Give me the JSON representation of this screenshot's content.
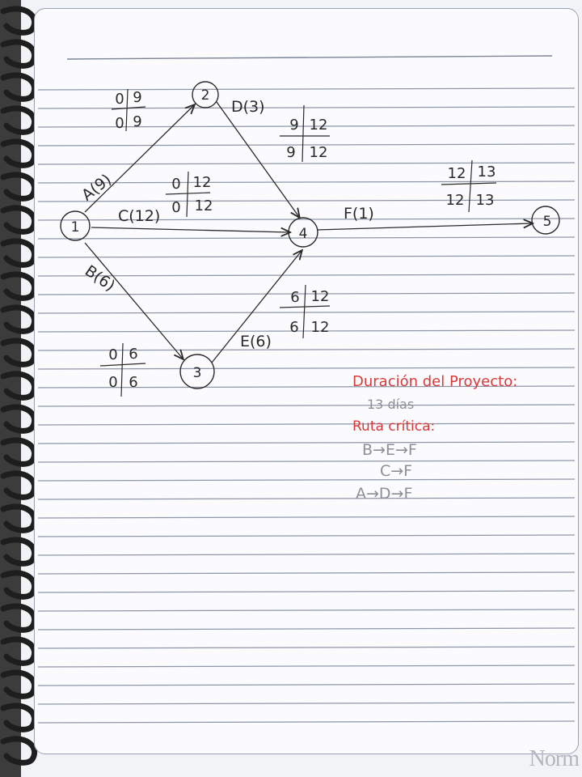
{
  "brand": "Norm",
  "nodes": [
    {
      "id": "node-1",
      "label": "1"
    },
    {
      "id": "node-2",
      "label": "2"
    },
    {
      "id": "node-3",
      "label": "3"
    },
    {
      "id": "node-4",
      "label": "4"
    },
    {
      "id": "node-5",
      "label": "5"
    }
  ],
  "activities": {
    "A": "A(9)",
    "B": "B(6)",
    "C": "C(12)",
    "D": "D(3)",
    "E": "E(6)",
    "F": "F(1)"
  },
  "times": {
    "n2": {
      "es": "0",
      "ef": "9",
      "ls": "0",
      "lf": "9"
    },
    "c": {
      "es": "0",
      "ef": "12",
      "ls": "0",
      "lf": "12"
    },
    "d": {
      "es": "9",
      "ef": "12",
      "ls": "9",
      "lf": "12"
    },
    "f": {
      "es": "12",
      "ef": "13",
      "ls": "12",
      "lf": "13"
    },
    "e": {
      "es": "6",
      "ef": "12",
      "ls": "6",
      "lf": "12"
    },
    "b": {
      "es": "0",
      "ef": "6",
      "ls": "0",
      "lf": "6"
    }
  },
  "summary": {
    "duration_title": "Duración del Proyecto:",
    "duration_value": "13 días",
    "critical_title": "Ruta crítica:",
    "route_1": "B→E→F",
    "route_2": "C→F",
    "route_3": "A→D→F"
  },
  "colors": {
    "ink": "#2a2a2a",
    "red_ink": "#d83a3a",
    "rule_lines": "#8f96a8"
  }
}
